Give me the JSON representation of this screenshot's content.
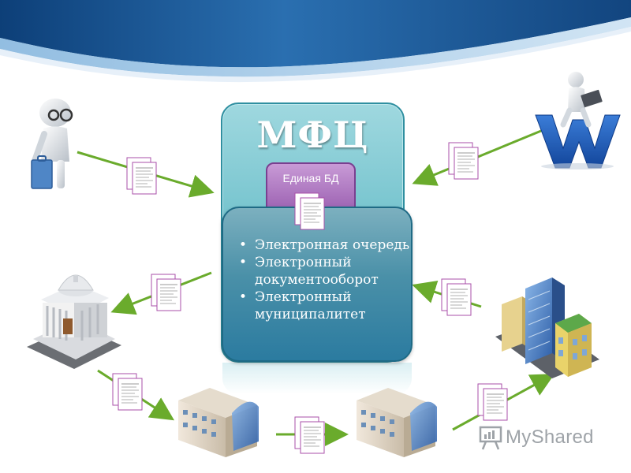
{
  "mfc": {
    "title": "МФЦ",
    "database_label": "Единая БД"
  },
  "services": [
    "Электронная очередь",
    "Электронный документооборот",
    "Электронный муниципалитет"
  ],
  "watermark": {
    "text": "MyShared"
  },
  "colors": {
    "header_blue": "#1f5e9e",
    "arrow_green": "#6aab2c",
    "document_border": "#a94fa8",
    "mfc_outer": "#6cbfca",
    "database_purple": "#9a5fb0",
    "inner_blue": "#2b7ba0"
  },
  "icons": [
    "person-with-briefcase-icon",
    "person-on-w-letter-icon",
    "government-building-icon",
    "city-buildings-icon",
    "office-building-icon",
    "document-stack-icon"
  ]
}
